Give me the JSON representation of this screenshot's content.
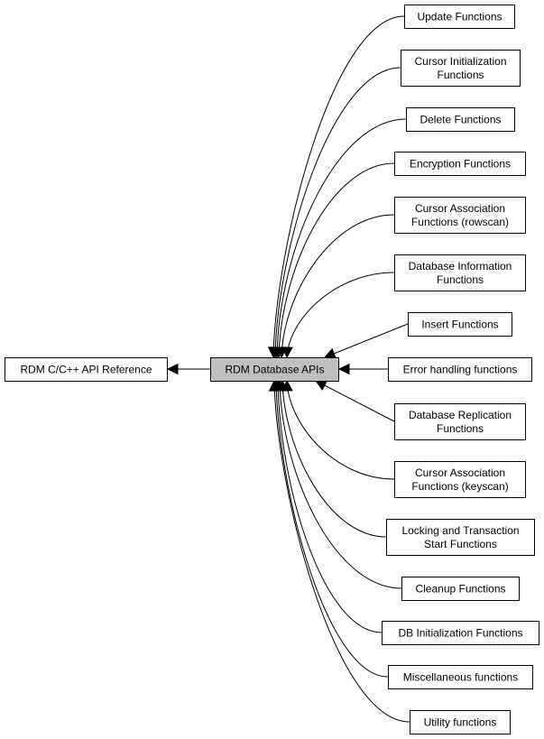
{
  "center": {
    "label": [
      "RDM Database APIs"
    ]
  },
  "parent": {
    "label": [
      "RDM C/C++ API Reference"
    ]
  },
  "groups": [
    {
      "id": "update",
      "label": [
        "Update Functions"
      ]
    },
    {
      "id": "cursor-init",
      "label": [
        "Cursor Initialization",
        "Functions"
      ]
    },
    {
      "id": "delete",
      "label": [
        "Delete Functions"
      ]
    },
    {
      "id": "encryption",
      "label": [
        "Encryption Functions"
      ]
    },
    {
      "id": "cursor-assoc-rowscan",
      "label": [
        "Cursor Association",
        "Functions (rowscan)"
      ]
    },
    {
      "id": "database-info",
      "label": [
        "Database Information",
        "Functions"
      ]
    },
    {
      "id": "insert",
      "label": [
        "Insert Functions"
      ]
    },
    {
      "id": "error-handling",
      "label": [
        "Error handling functions"
      ]
    },
    {
      "id": "replication",
      "label": [
        "Database Replication",
        "Functions"
      ]
    },
    {
      "id": "cursor-assoc-keyscan",
      "label": [
        "Cursor Association",
        "Functions (keyscan)"
      ]
    },
    {
      "id": "locking",
      "label": [
        "Locking and Transaction",
        "Start Functions"
      ]
    },
    {
      "id": "cleanup",
      "label": [
        "Cleanup Functions"
      ]
    },
    {
      "id": "db-init",
      "label": [
        "DB Initialization Functions"
      ]
    },
    {
      "id": "misc",
      "label": [
        "Miscellaneous functions"
      ]
    },
    {
      "id": "utility",
      "label": [
        "Utility functions"
      ]
    }
  ]
}
